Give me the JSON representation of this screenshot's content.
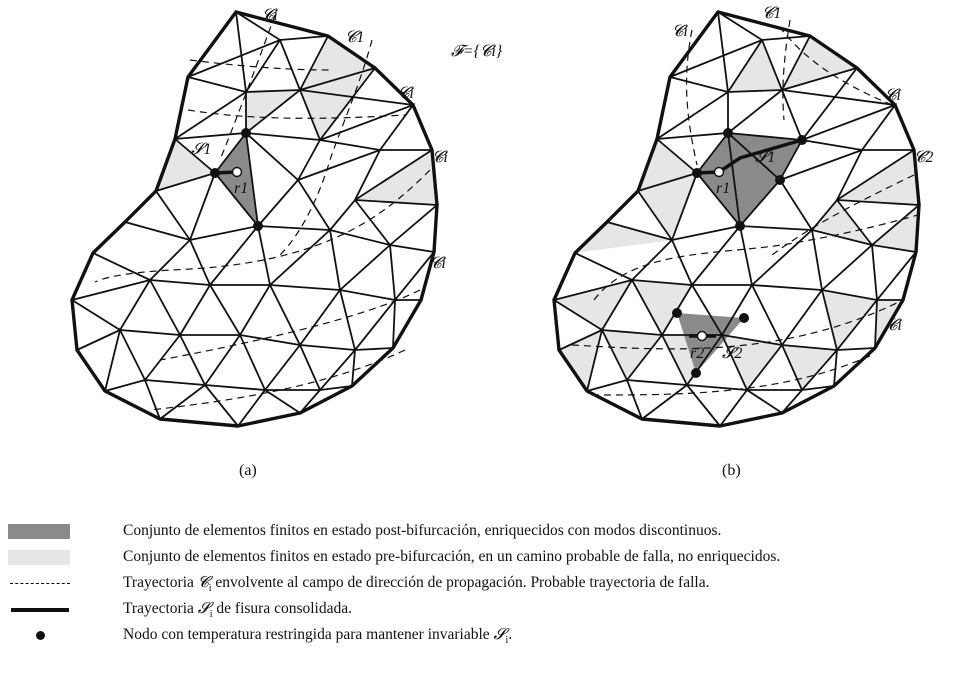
{
  "figure": {
    "panel_a_caption": "(a)",
    "panel_b_caption": "(b)",
    "family_label": "𝓕={𝓒i}",
    "panel_a_labels": {
      "trajectories": [
        "𝓒i",
        "𝓒1",
        "𝓒i",
        "𝓒i",
        "𝓒i"
      ],
      "crack": "𝓢1",
      "point": "r1"
    },
    "panel_b_labels": {
      "trajectories": [
        "𝓒i",
        "𝓒1",
        "𝓒i",
        "𝓒2",
        "𝓒i"
      ],
      "crack1": "𝓢1",
      "crack2": "𝓢2",
      "point1": "r1",
      "point2": "r2"
    },
    "colors": {
      "post_bifurcation": "#8a8a8a",
      "pre_bifurcation": "#e6e6e6",
      "mesh": "#111111"
    }
  },
  "legend": {
    "items": [
      {
        "icon": "dark-gray-swatch",
        "text": "Conjunto de elementos finitos en estado post-bifurcación, enriquecidos con modos discontinuos."
      },
      {
        "icon": "light-gray-swatch",
        "text": "Conjunto de elementos finitos en estado pre-bifurcación, en un camino probable de falla, no enriquecidos."
      },
      {
        "icon": "dashed-line",
        "text_before": "Trayectoria ",
        "symbol": "𝓒",
        "sub": "i",
        "text_after": " envolvente al campo de dirección de propagación. Probable trayectoria de falla."
      },
      {
        "icon": "thick-line",
        "text_before": "Trayectoria  ",
        "symbol": "𝓢",
        "sub": "i",
        "text_after": " de fisura consolidada."
      },
      {
        "icon": "black-dot",
        "text_before": "Nodo con temperatura restringida para mantener invariable ",
        "symbol": "𝓢",
        "sub": "i",
        "text_after": "."
      }
    ]
  }
}
